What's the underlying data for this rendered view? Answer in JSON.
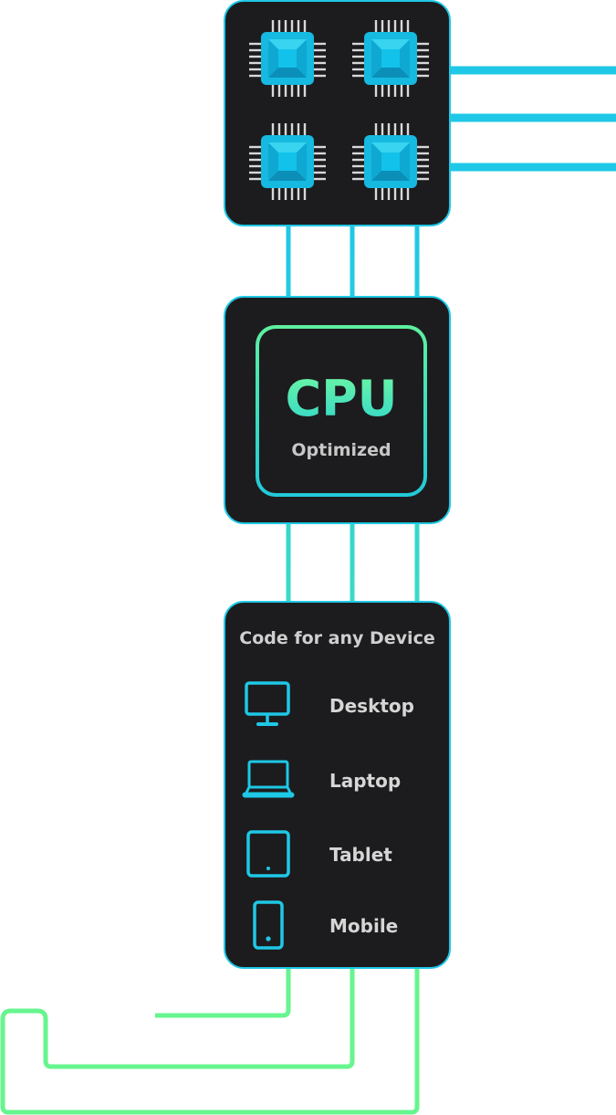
{
  "colors": {
    "panel_bg": "#1c1c1e",
    "cyan": "#1ec8e6",
    "green": "#5ef0a0",
    "chip_body": "#16b9e0",
    "chip_pin": "#d8d8d8"
  },
  "chips": {
    "count": 4,
    "icon": "microchip-icon"
  },
  "cpu": {
    "title": "CPU",
    "subtitle": "Optimized"
  },
  "devices": {
    "heading": "Code for any Device",
    "items": [
      {
        "label": "Desktop",
        "icon": "desktop-icon"
      },
      {
        "label": "Laptop",
        "icon": "laptop-icon"
      },
      {
        "label": "Tablet",
        "icon": "tablet-icon"
      },
      {
        "label": "Mobile",
        "icon": "mobile-icon"
      }
    ]
  }
}
